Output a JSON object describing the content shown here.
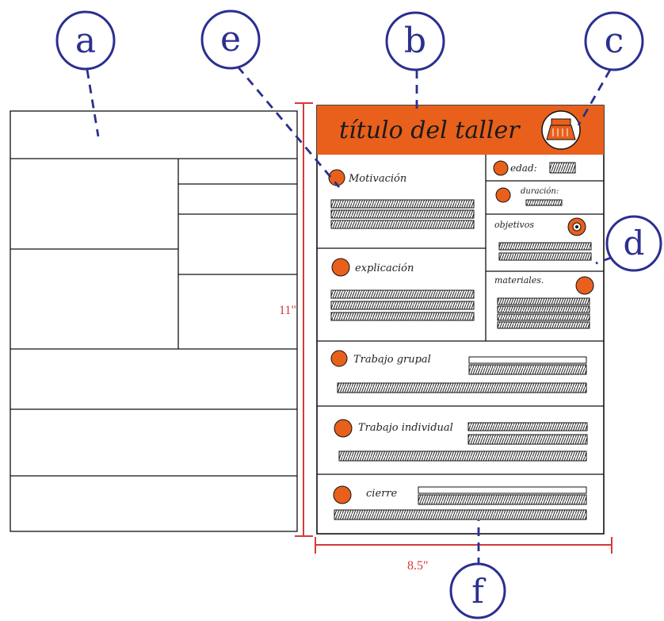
{
  "markers": {
    "a": "a",
    "b": "b",
    "c": "c",
    "d": "d",
    "e": "e",
    "f": "f"
  },
  "dimensions": {
    "height": "11\"",
    "width": "8.5\""
  },
  "header": {
    "title": "título del taller",
    "color": "#e8601c"
  },
  "sections": {
    "motivacion": "Motivación",
    "explicacion": "explicación",
    "trabajo_grupal": "Trabajo grupal",
    "trabajo_individual": "Trabajo individual",
    "cierre": "cierre"
  },
  "sidebar": {
    "edad": "edad:",
    "duracion": "duración:",
    "objetivos": "objetivos",
    "materiales": "materiales."
  },
  "colors": {
    "marker_blue": "#2b2f8f",
    "dimension_red": "#d63a3a",
    "accent_orange": "#e8601c"
  }
}
